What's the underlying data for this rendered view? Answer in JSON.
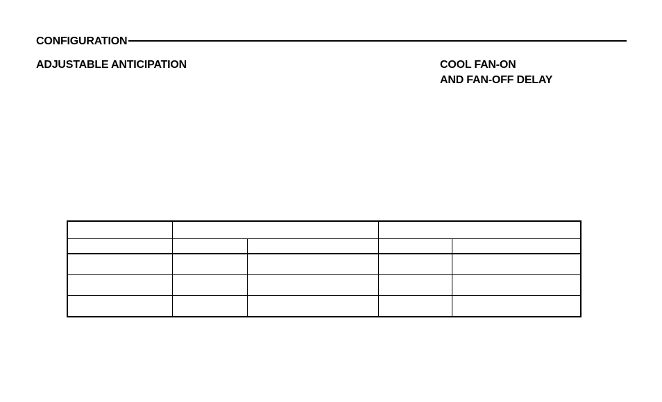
{
  "section": {
    "title": "CONFIGURATION"
  },
  "subsections": {
    "left": {
      "title": "ADJUSTABLE ANTICIPATION"
    },
    "right": {
      "title_line1": "COOL FAN-ON",
      "title_line2": "AND FAN-OFF DELAY"
    }
  },
  "table": {
    "group_headers": [
      "",
      "",
      ""
    ],
    "sub_headers": [
      "",
      "",
      "",
      "",
      ""
    ],
    "rows": [
      [
        "",
        "",
        "",
        "",
        ""
      ],
      [
        "",
        "",
        "",
        "",
        ""
      ],
      [
        "",
        "",
        "",
        "",
        ""
      ]
    ]
  },
  "colors": {
    "text": "#000000",
    "background": "#ffffff",
    "rule": "#000000"
  }
}
